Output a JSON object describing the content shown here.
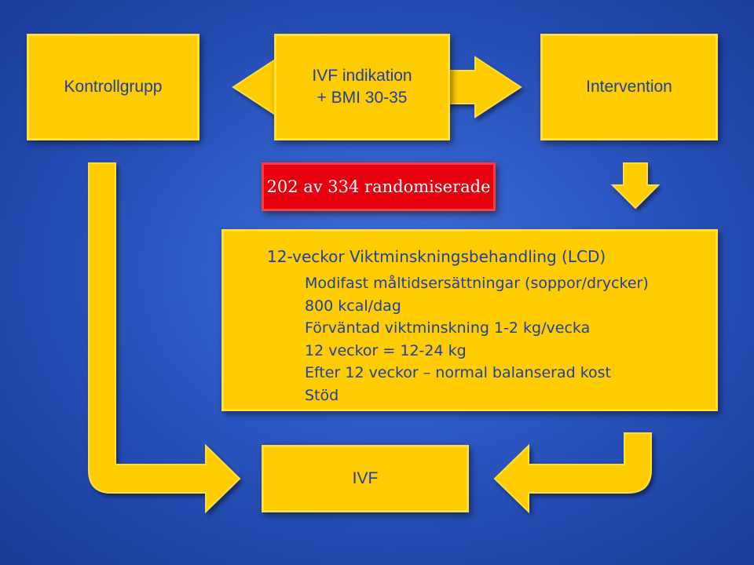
{
  "boxes": {
    "kontrollgrupp": "Kontrollgrupp",
    "ivf_indikation_line1": "IVF indikation",
    "ivf_indikation_line2": "+ BMI 30-35",
    "intervention": "Intervention",
    "randomiserade": "202 av 334 randomiserade",
    "ivf": "IVF"
  },
  "lcd": {
    "title": "12-veckor Viktminskningsbehandling (LCD)",
    "lines": [
      "Modifast måltidsersättningar (soppor/drycker)",
      "800 kcal/dag",
      "Förväntad viktminskning 1-2 kg/vecka",
      "12 veckor = 12-24 kg",
      "Efter 12 veckor – normal balanserad kost",
      "Stöd"
    ]
  },
  "colors": {
    "background": "#2f5bc6",
    "box_fill": "#ffcc00",
    "box_text": "#1f3fa3",
    "randomiserade_fill": "#e8000e",
    "randomiserade_text": "#ffffff"
  }
}
